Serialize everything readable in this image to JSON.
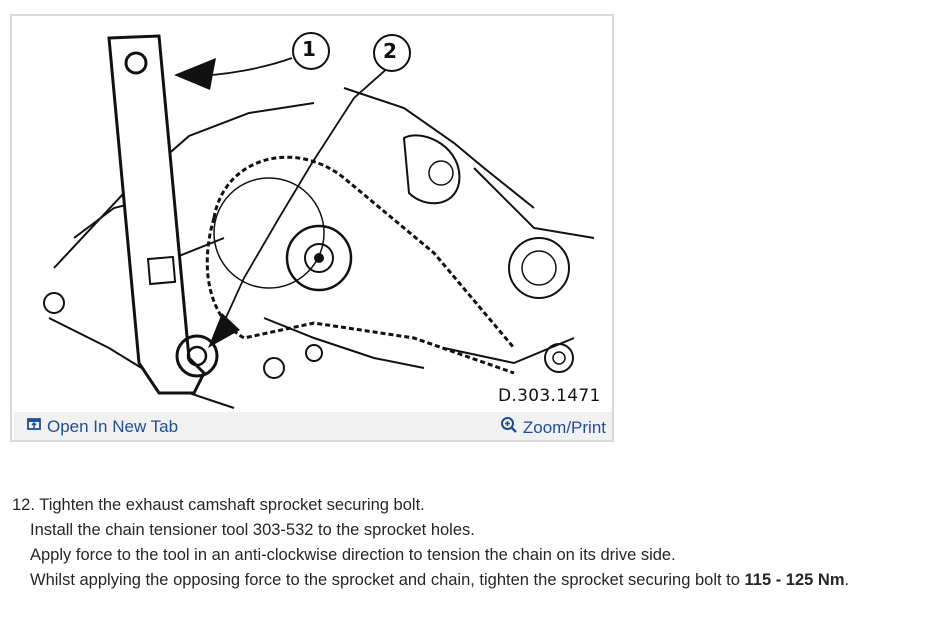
{
  "figure": {
    "callouts": [
      "1",
      "2"
    ],
    "diagram_code": "D.303.1471",
    "open_tab_label": "Open In New Tab",
    "zoom_print_label": "Zoom/Print",
    "icons": [
      "open-tab-icon",
      "zoom-icon"
    ]
  },
  "instructions": {
    "step_number": "12.",
    "line1": "Tighten the exhaust camshaft sprocket securing bolt.",
    "line2": "Install the chain tensioner tool 303-532 to the sprocket holes.",
    "line3": "Apply force to the tool in an anti-clockwise direction to tension the chain on its drive side.",
    "line4_prefix": "Whilst applying the opposing force to the sprocket and chain, tighten the sprocket securing bolt to",
    "torque_value": "115 - 125 Nm",
    "line4_suffix": "."
  }
}
